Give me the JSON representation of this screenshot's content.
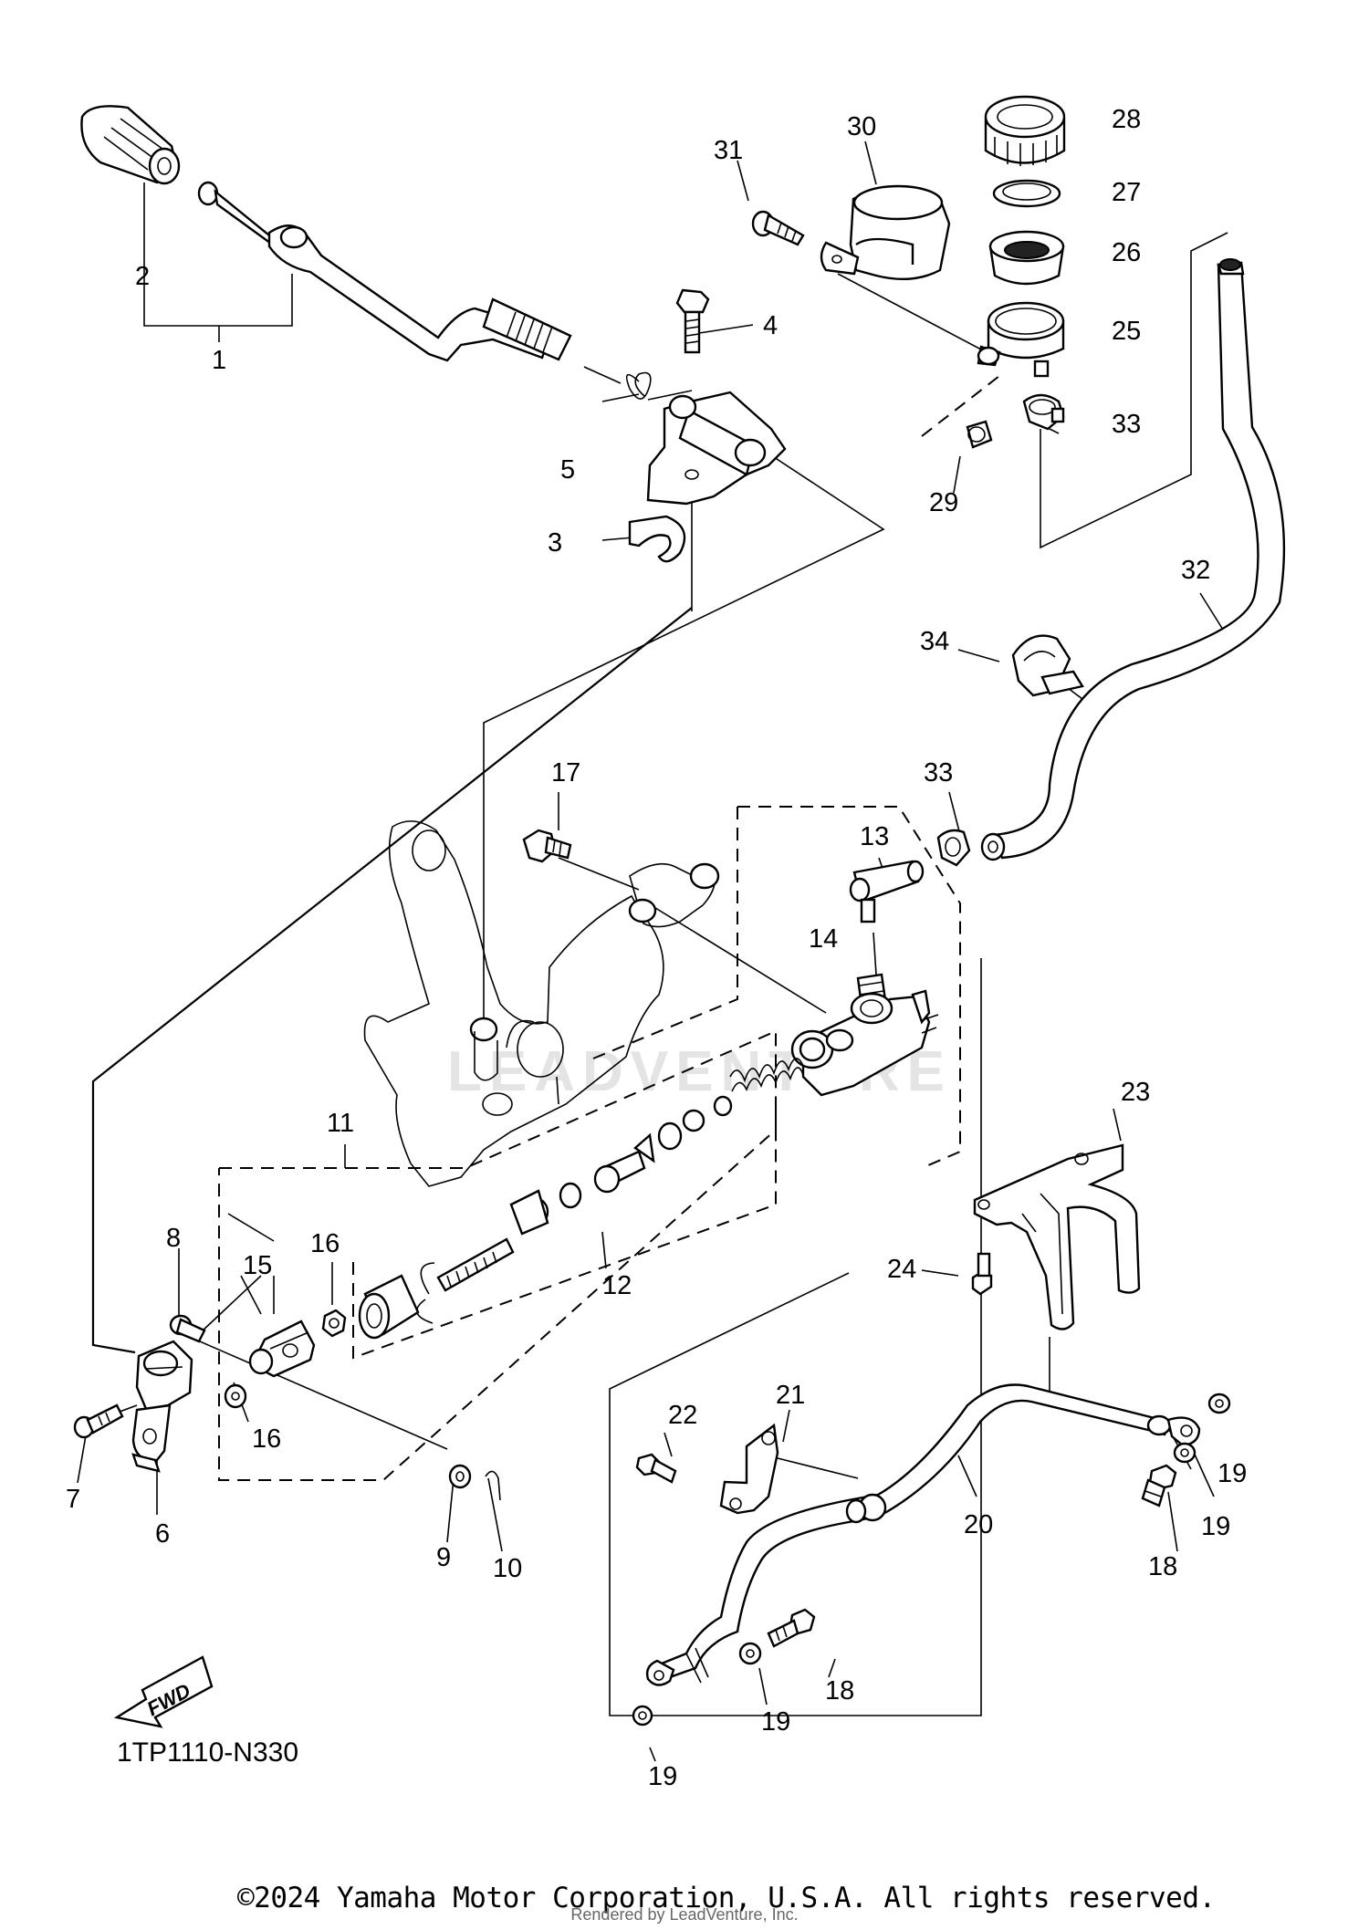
{
  "diagram": {
    "code": "1TP1110-N330",
    "fwd_label": "FWD",
    "watermark": "LEADVENTURE",
    "callouts": {
      "c1": "1",
      "c2": "2",
      "c3": "3",
      "c4": "4",
      "c5": "5",
      "c6": "6",
      "c7": "7",
      "c8": "8",
      "c9": "9",
      "c10": "10",
      "c11": "11",
      "c12": "12",
      "c13": "13",
      "c14": "14",
      "c15": "15",
      "c16a": "16",
      "c16b": "16",
      "c17": "17",
      "c18a": "18",
      "c18b": "18",
      "c19a": "19",
      "c19b": "19",
      "c19c": "19",
      "c19d": "19",
      "c20": "20",
      "c21": "21",
      "c22": "22",
      "c23": "23",
      "c24": "24",
      "c25": "25",
      "c26": "26",
      "c27": "27",
      "c28": "28",
      "c29": "29",
      "c30": "30",
      "c31": "31",
      "c32": "32",
      "c33a": "33",
      "c33b": "33",
      "c34": "34"
    }
  },
  "footer": {
    "copyright": "©2024 Yamaha Motor Corporation, U.S.A. All rights reserved.",
    "credit": "Rendered by LeadVenture, Inc."
  }
}
